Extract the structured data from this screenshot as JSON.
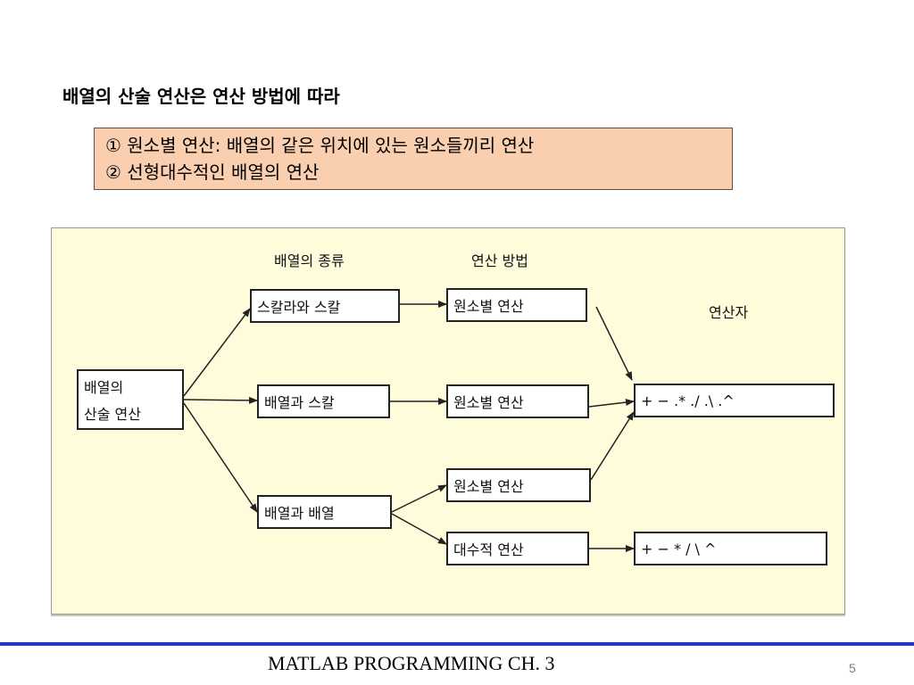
{
  "slide": {
    "heading": "배열의 산술 연산은 연산 방법에 따라",
    "callout": [
      "① 원소별 연산: 배열의 같은 위치에 있는 원소들끼리 연산",
      "② 선형대수적인 배열의 연산"
    ],
    "footer": "MATLAB PROGRAMMING CH. 3",
    "page_number": "5"
  },
  "diagram": {
    "col_labels": {
      "array_type": "배열의 종류",
      "method": "연산 방법",
      "operator": "연산자"
    },
    "root": [
      "배열의",
      "산술 연산"
    ],
    "types": {
      "scalar_scalar": "스칼라와   스칼",
      "array_scalar": "배열과   스칼",
      "array_array": "배열과 배열"
    },
    "methods": {
      "elementwise_1": "원소별 연산",
      "elementwise_2": "원소별 연산",
      "elementwise_3": "원소별 연산",
      "linear_algebra": "대수적 연산"
    },
    "operators": {
      "elementwise": "+   −   .*   ./   .\\   .^",
      "matrix": "+   −   *   /   \\   ^"
    }
  }
}
